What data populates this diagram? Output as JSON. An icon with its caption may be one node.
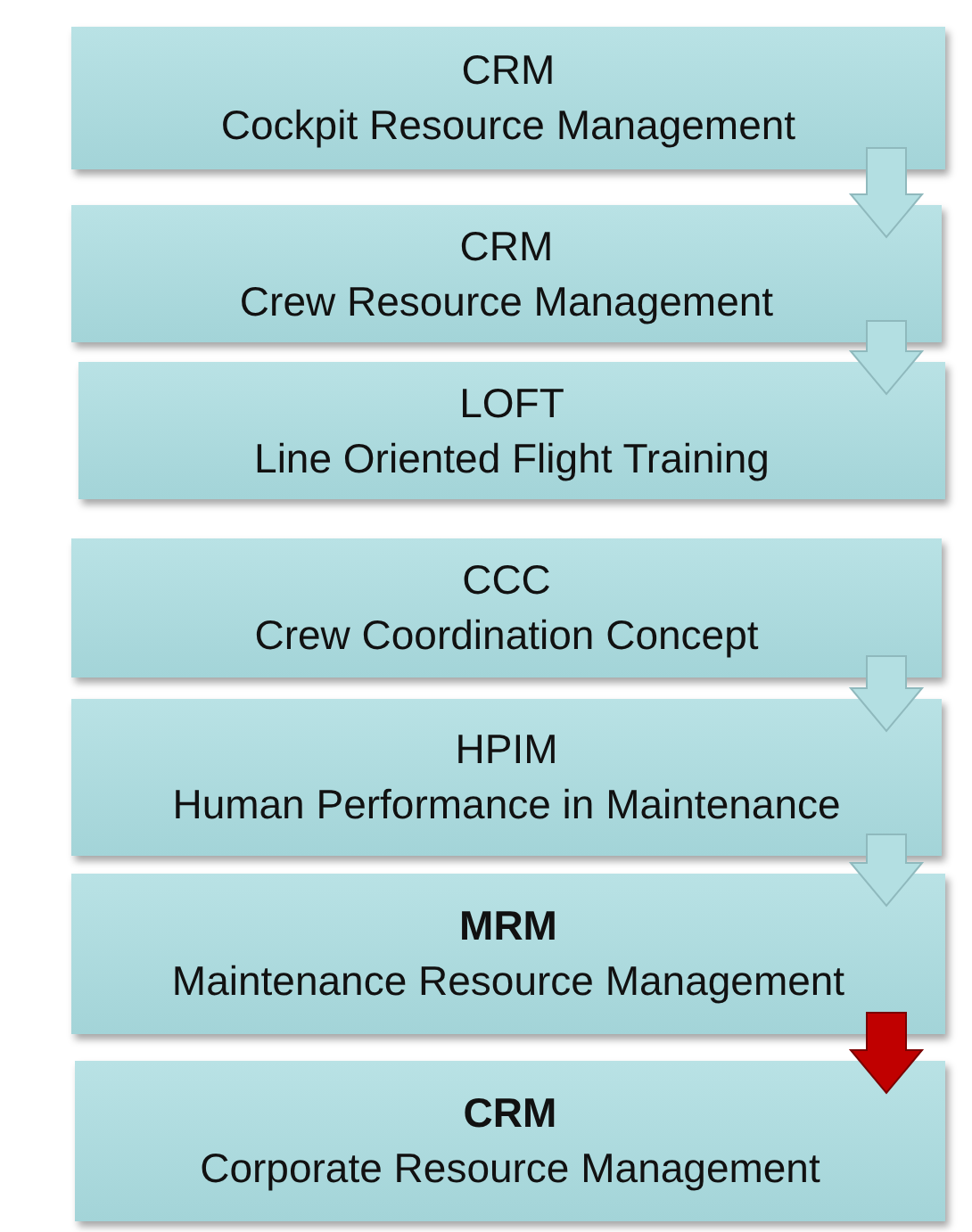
{
  "diagram": {
    "nodes": [
      {
        "text": [
          "CRM",
          "Cockpit Resource Management"
        ]
      },
      {
        "text": [
          "CRM",
          "Crew Resource Management"
        ]
      },
      {
        "text": [
          "LOFT",
          "Line Oriented Flight Training"
        ]
      },
      {
        "text": [
          "CCC",
          "Crew Coordination Concept"
        ]
      },
      {
        "text": [
          "HPIM",
          "Human Performance in Maintenance"
        ]
      },
      {
        "text": [
          "MRM",
          "Maintenance Resource Management"
        ]
      },
      {
        "text": [
          "CRM",
          "Corporate Resource Management"
        ]
      }
    ],
    "edges": [
      {
        "from": 0,
        "to": 1,
        "arrow": "to"
      },
      {
        "from": 1,
        "to": 2,
        "arrow": "to"
      },
      {
        "from": 3,
        "to": 4,
        "arrow": "to"
      },
      {
        "from": 4,
        "to": 5,
        "arrow": "to"
      },
      {
        "from": 5,
        "to": 6,
        "arrow": "to",
        "color": "#c00000"
      }
    ]
  }
}
